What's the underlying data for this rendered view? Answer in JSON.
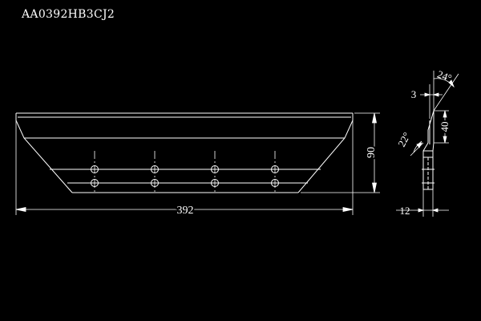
{
  "drawing": {
    "part_number": "AA0392HB3CJ2"
  },
  "dimensions": {
    "length": "392",
    "height": "90",
    "side_height": "40",
    "thickness": "12",
    "bevel": "3",
    "angle_top": "24°",
    "angle_bottom": "22°"
  },
  "colors": {
    "background": "#000000",
    "lines": "#ffffff"
  }
}
